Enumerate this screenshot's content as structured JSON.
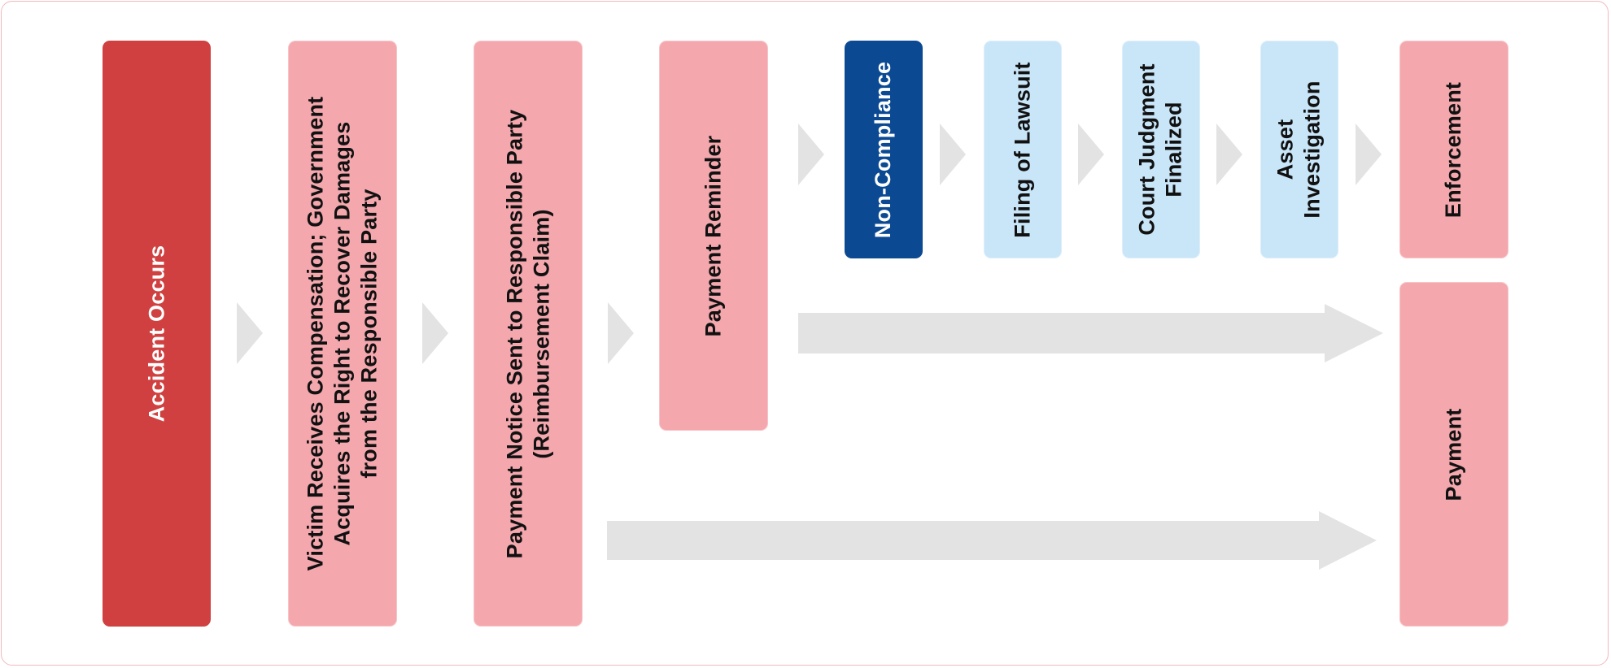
{
  "diagram": {
    "steps": {
      "accident": "Accident Occurs",
      "compensation": "Victim Receives Compensation; Government\nAcquires the Right to Recover Damages\nfrom the Responsible Party",
      "notice": "Payment Notice Sent to Responsible Party\n(Reimbursement Claim)",
      "reminder": "Payment Reminder",
      "noncompliance": "Non-Compliance",
      "lawsuit": "Filing of Lawsuit",
      "judgment": "Court Judgment\nFinalized",
      "investigation": "Asset\nInvestigation",
      "enforcement": "Enforcement",
      "payment": "Payment"
    },
    "colors": {
      "start": "#d04040",
      "step": "#f4a8ae",
      "noncompliance": "#0b4a93",
      "legal": "#c9e5f8",
      "arrow": "#e3e3e3",
      "frame": "#f2b8bd"
    }
  }
}
